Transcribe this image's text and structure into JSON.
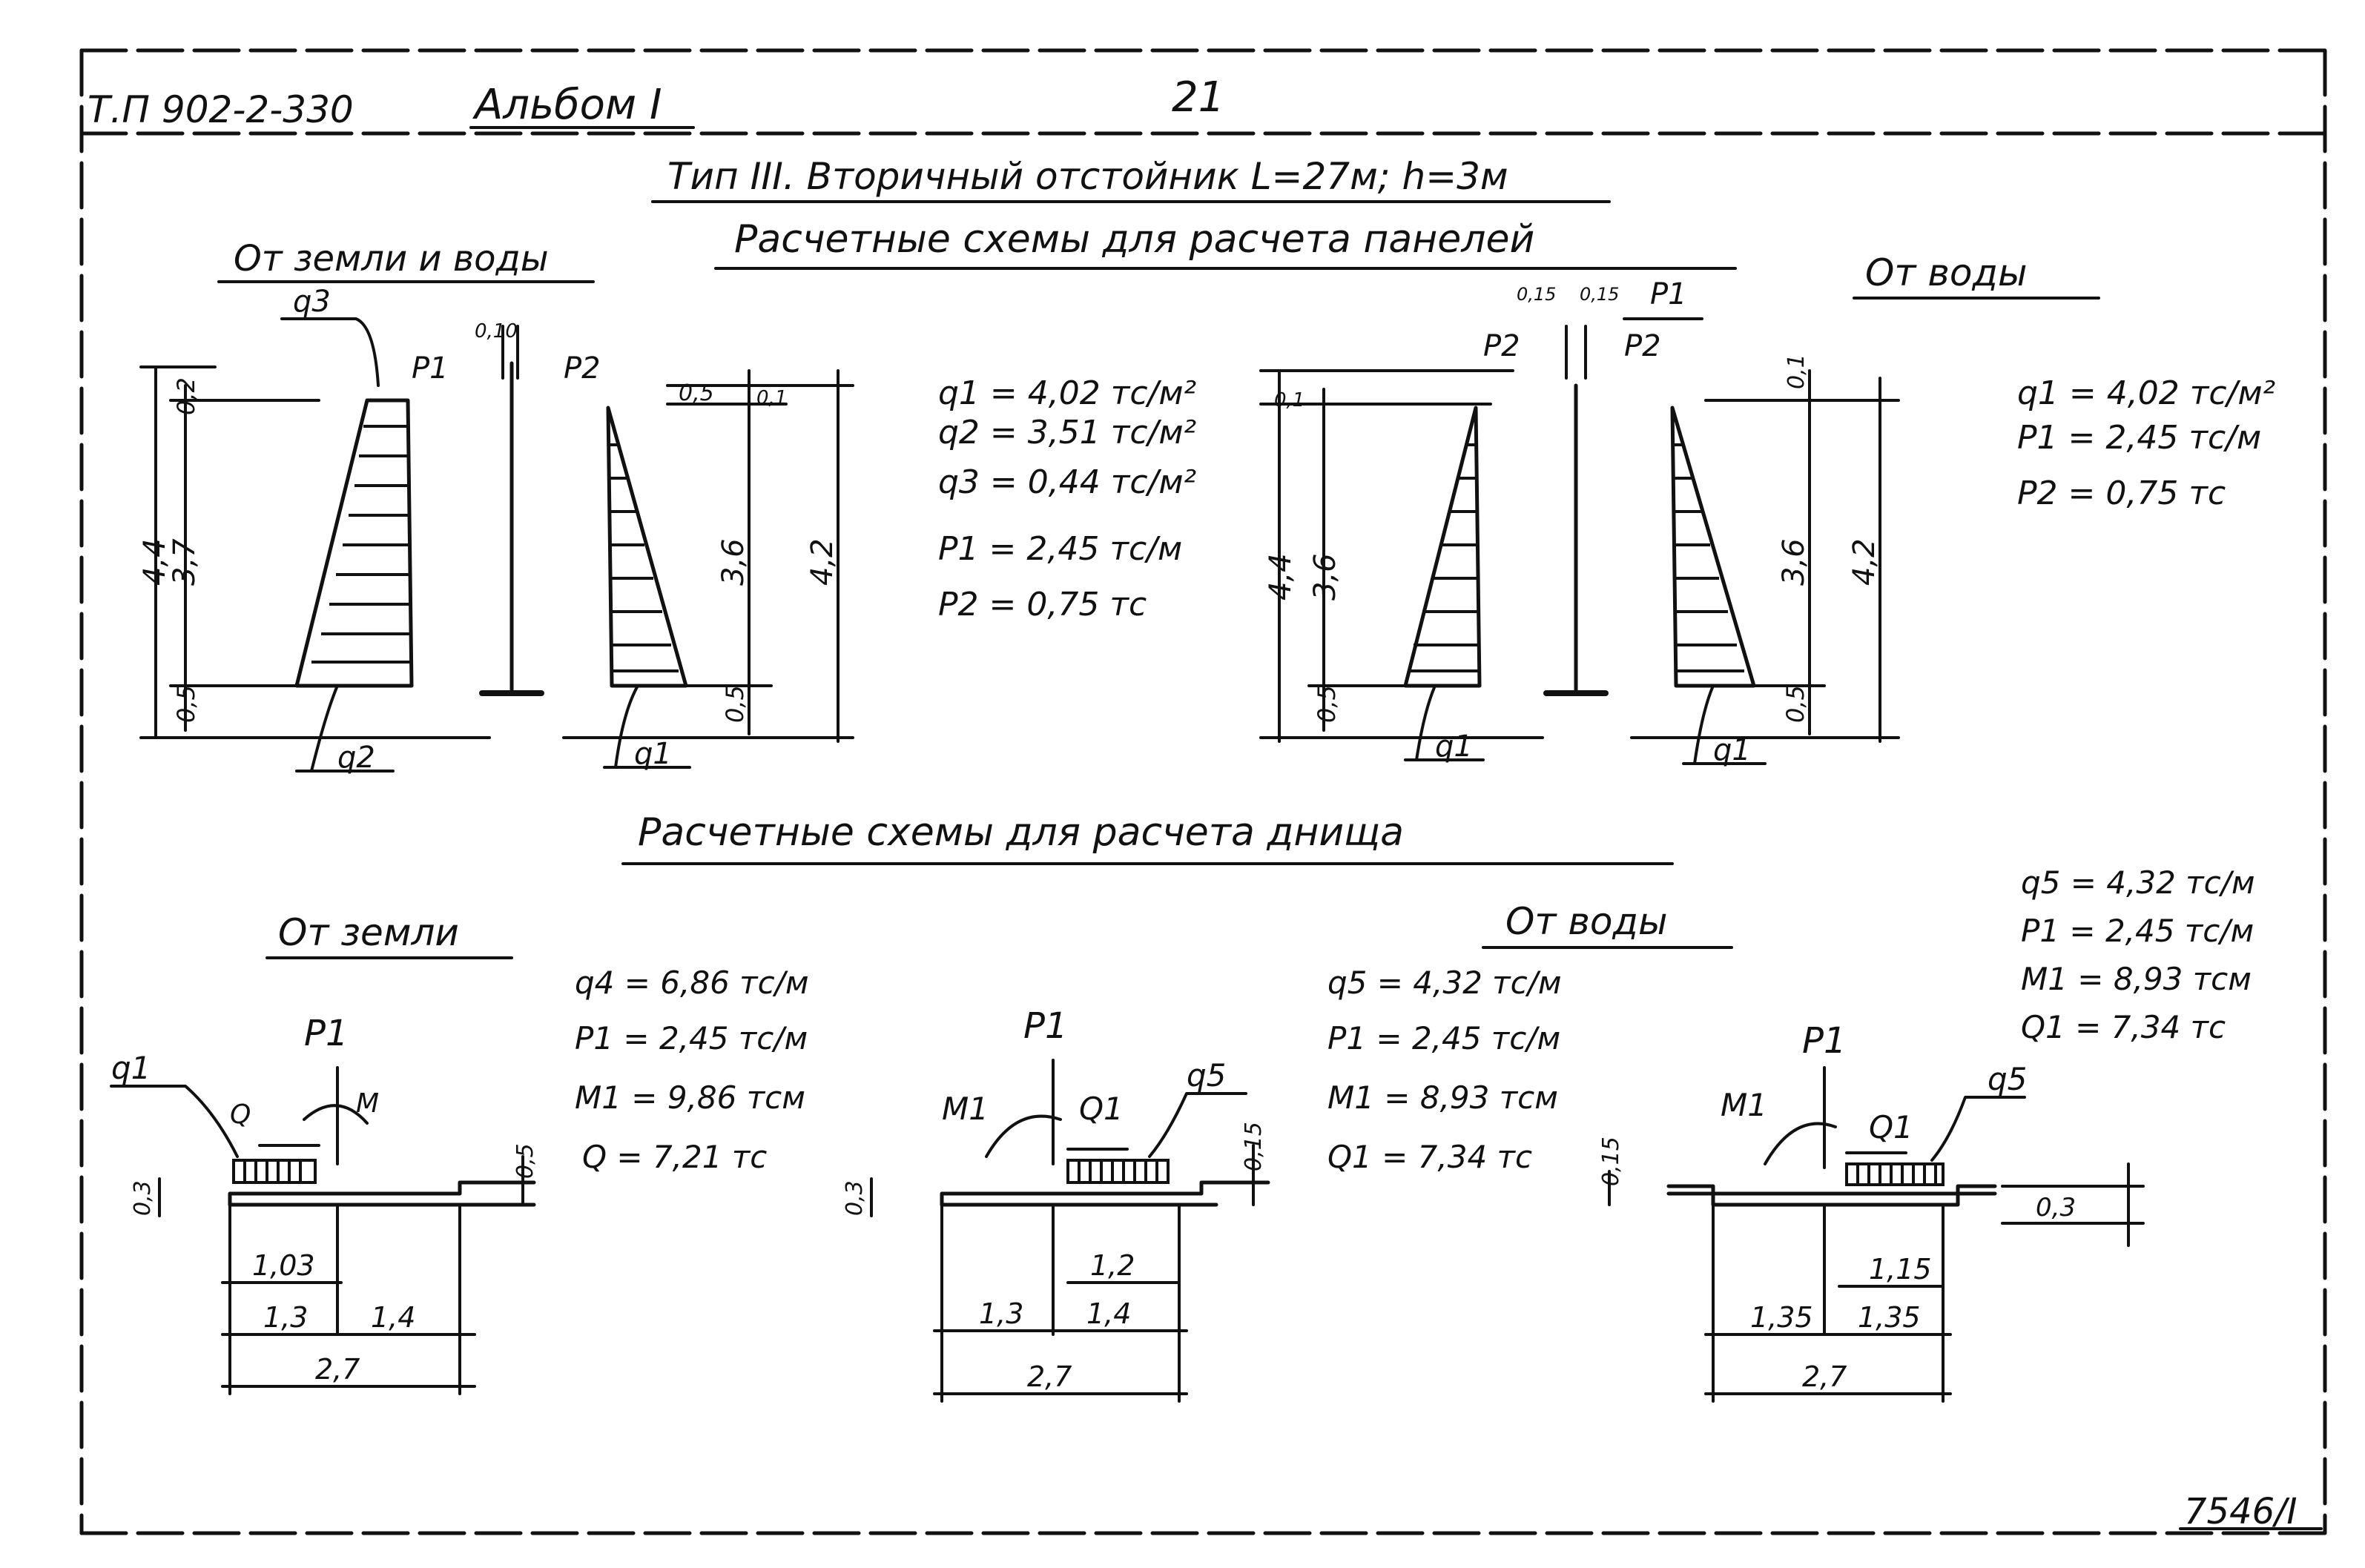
{
  "header": {
    "code": "Т.П 902-2-330",
    "album": "Альбом I",
    "page_number": "21",
    "sheet_number": "7546/I"
  },
  "title": "Тип III. Вторичный отстойник L=27м; h=3м",
  "panels": {
    "heading": "Расчетные схемы для расчета панелей",
    "left_heading": "От земли и воды",
    "right_heading": "От воды",
    "left_diagram": {
      "load_labels": [
        "q3",
        "P1",
        "0,10",
        "P2",
        "q2",
        "q1"
      ],
      "dims": [
        "0,2",
        "3,7",
        "4,4",
        "0,5",
        "0,5",
        "0,1",
        "3,6",
        "4,2",
        "0,5"
      ]
    },
    "left_values": [
      "q1 = 4,02 тс/м²",
      "q2 = 3,51 тс/м²",
      "q3 = 0,44 тс/м²",
      "P1 = 2,45 тс/м",
      "P2 = 0,75 тс"
    ],
    "right_diagram": {
      "load_labels": [
        "0,15",
        "0,15",
        "P1",
        "P2",
        "P2",
        "q1",
        "q1"
      ],
      "dims": [
        "0,1",
        "4,4",
        "3,6",
        "0,5",
        "0,1",
        "3,6",
        "4,2",
        "0,5"
      ]
    },
    "right_values": [
      "q1 = 4,02 тс/м²",
      "P1 = 2,45 тс/м",
      "P2 = 0,75 тс"
    ]
  },
  "bottom": {
    "heading": "Расчетные схемы для расчета днища",
    "earth_heading": "От земли",
    "water_heading": "От воды",
    "earth_values": [
      "q4 = 6,86 тс/м",
      "P1 = 2,45 тс/м",
      "M1 = 9,86 тсм",
      "Q = 7,21 тс"
    ],
    "water_values": [
      "q5 = 4,32 тс/м",
      "P1 = 2,45 тс/м",
      "M1 = 8,93 тсм",
      "Q1 = 7,34 тс"
    ],
    "water_values_right": [
      "q5 = 4,32 тс/м",
      "P1 = 2,45 тс/м",
      "M1 = 8,93 тсм",
      "Q1 = 7,34 тс"
    ],
    "scheme1": {
      "labels": [
        "P1",
        "q1",
        "Q",
        "M",
        "0,5",
        "0,3"
      ],
      "dims": [
        "1,03",
        "1,3",
        "1,4",
        "2,7"
      ]
    },
    "scheme2": {
      "labels": [
        "P1",
        "M1",
        "Q1",
        "q5",
        "0,15",
        "0,3"
      ],
      "dims": [
        "1,2",
        "1,3",
        "1,4",
        "2,7"
      ]
    },
    "scheme3": {
      "labels": [
        "P1",
        "M1",
        "Q1",
        "q5",
        "0,15",
        "0,3"
      ],
      "dims": [
        "1,15",
        "1,35",
        "1,35",
        "2,7"
      ]
    }
  }
}
